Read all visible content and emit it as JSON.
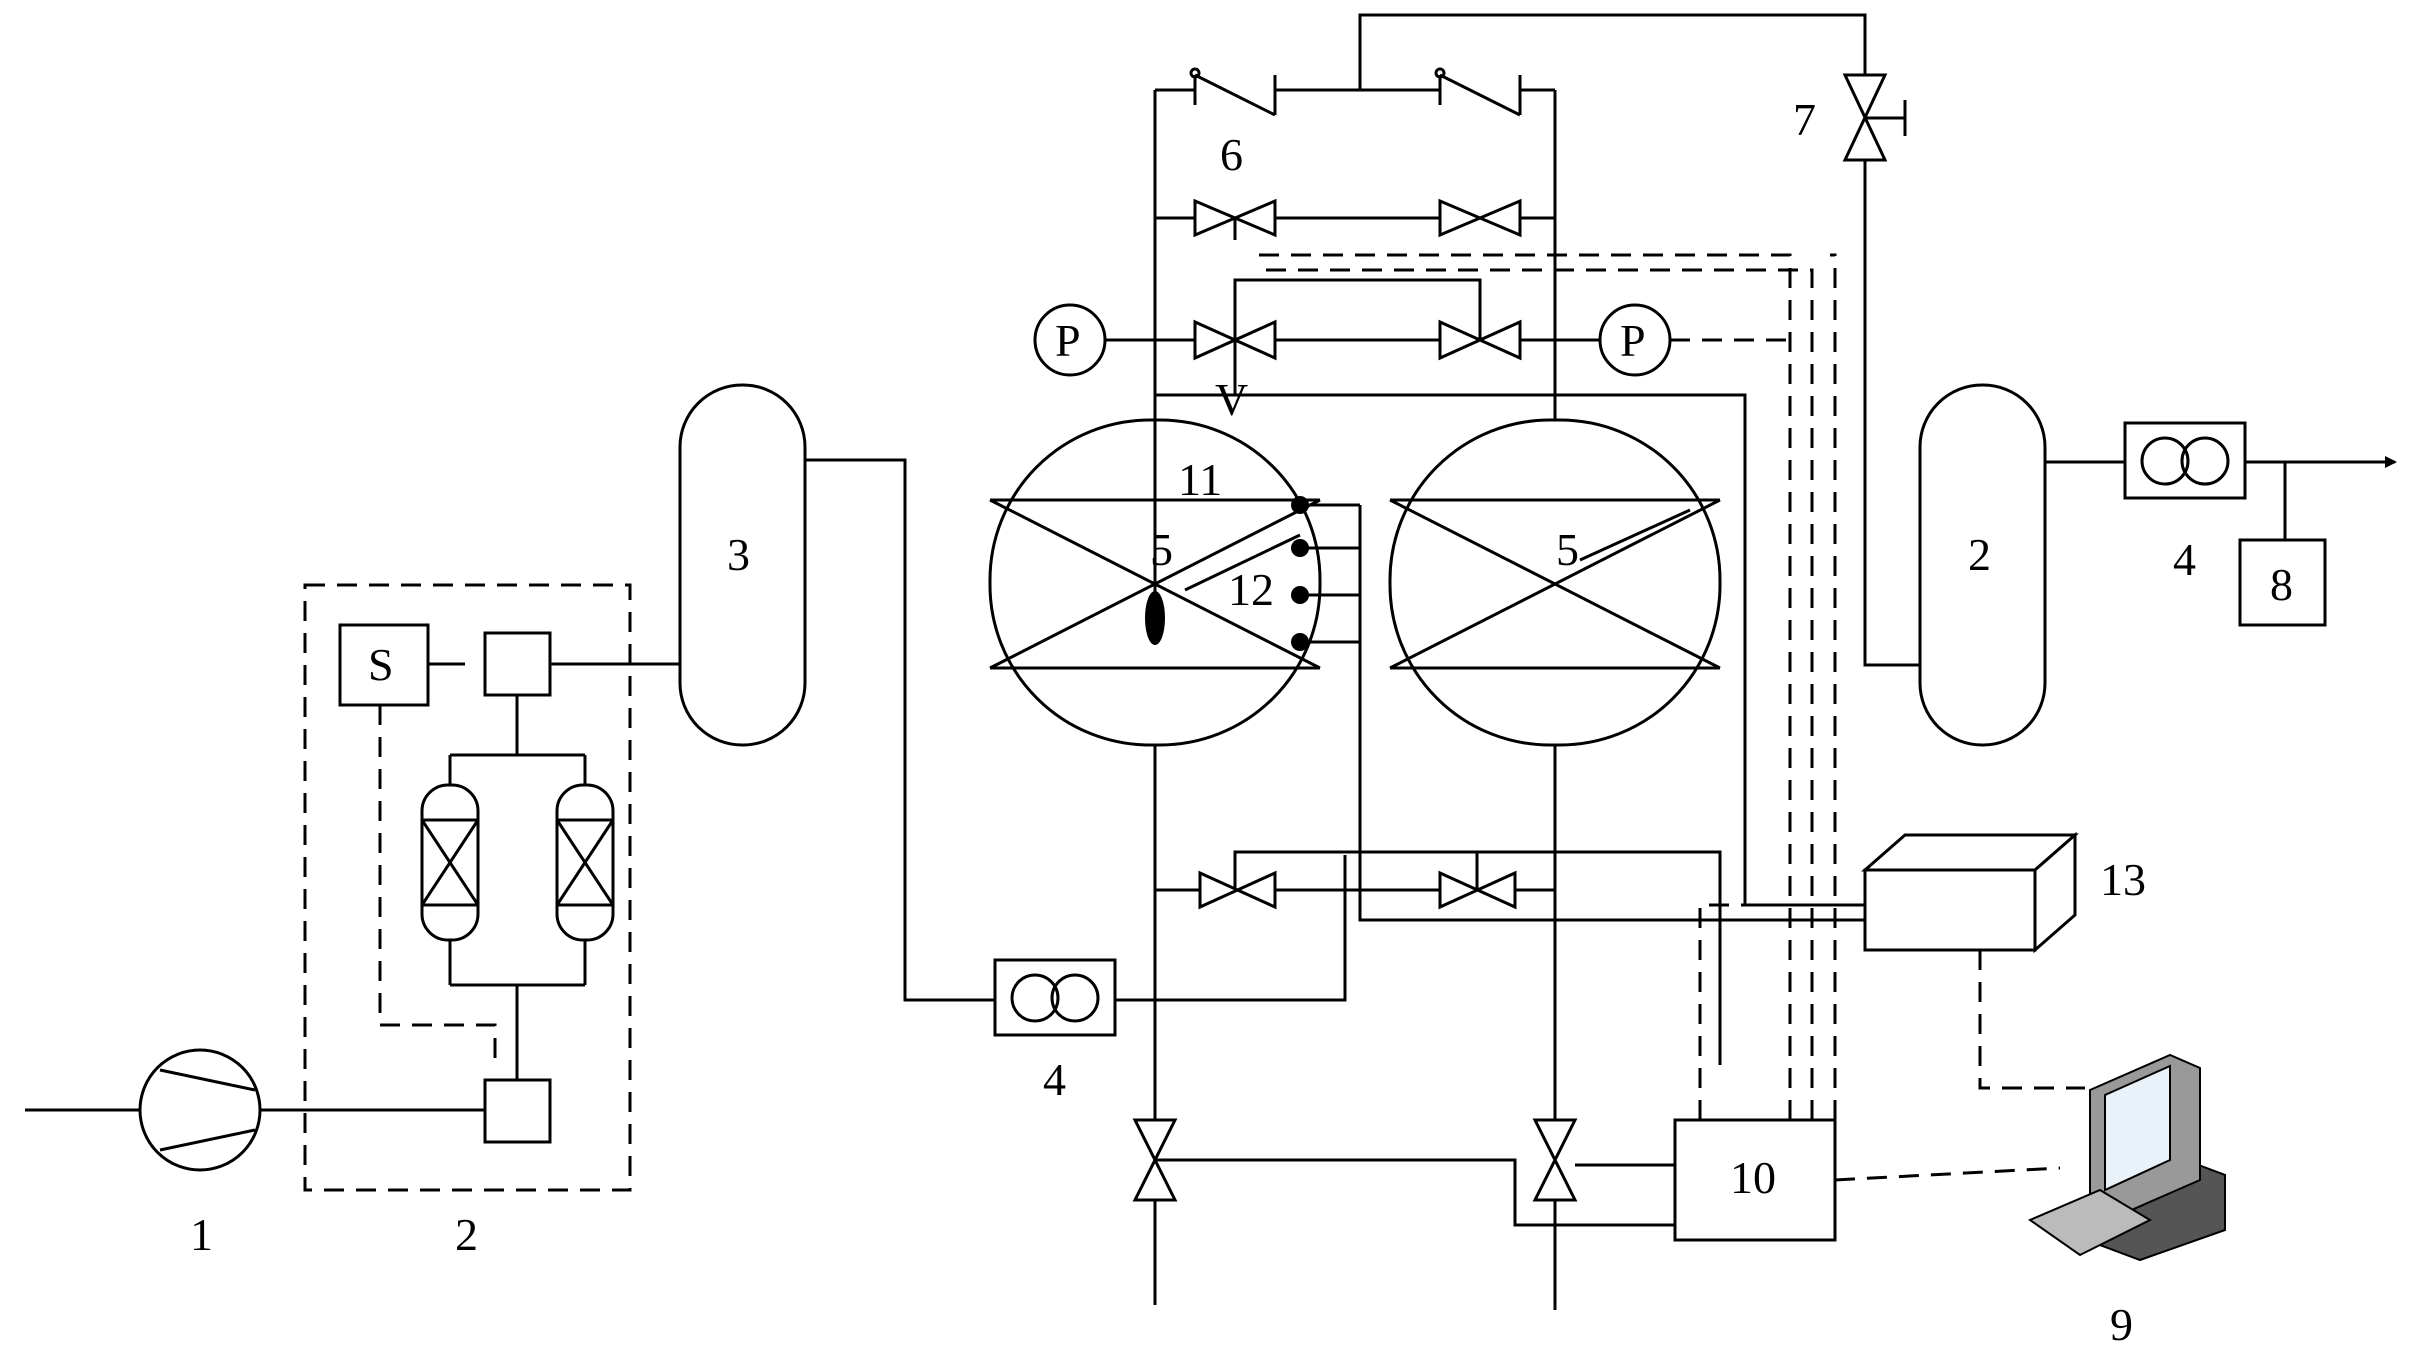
{
  "labels": {
    "compressor": "1",
    "dryer_unit": "2",
    "dryer_switch": "S",
    "feed_tank": "3",
    "flowmeter_feed": "4",
    "adsorber_left": "5",
    "adsorber_right": "5",
    "check_valves": "6",
    "vent_valve": "7",
    "product_tank": "2",
    "flowmeter_product": "4",
    "analyzer": "8",
    "computer": "9",
    "controller": "10",
    "temp_sensor_top": "11",
    "temp_sensors": "12",
    "daq_box": "13",
    "pressure_left": "P",
    "pressure_right": "P",
    "valve_v": "V"
  }
}
